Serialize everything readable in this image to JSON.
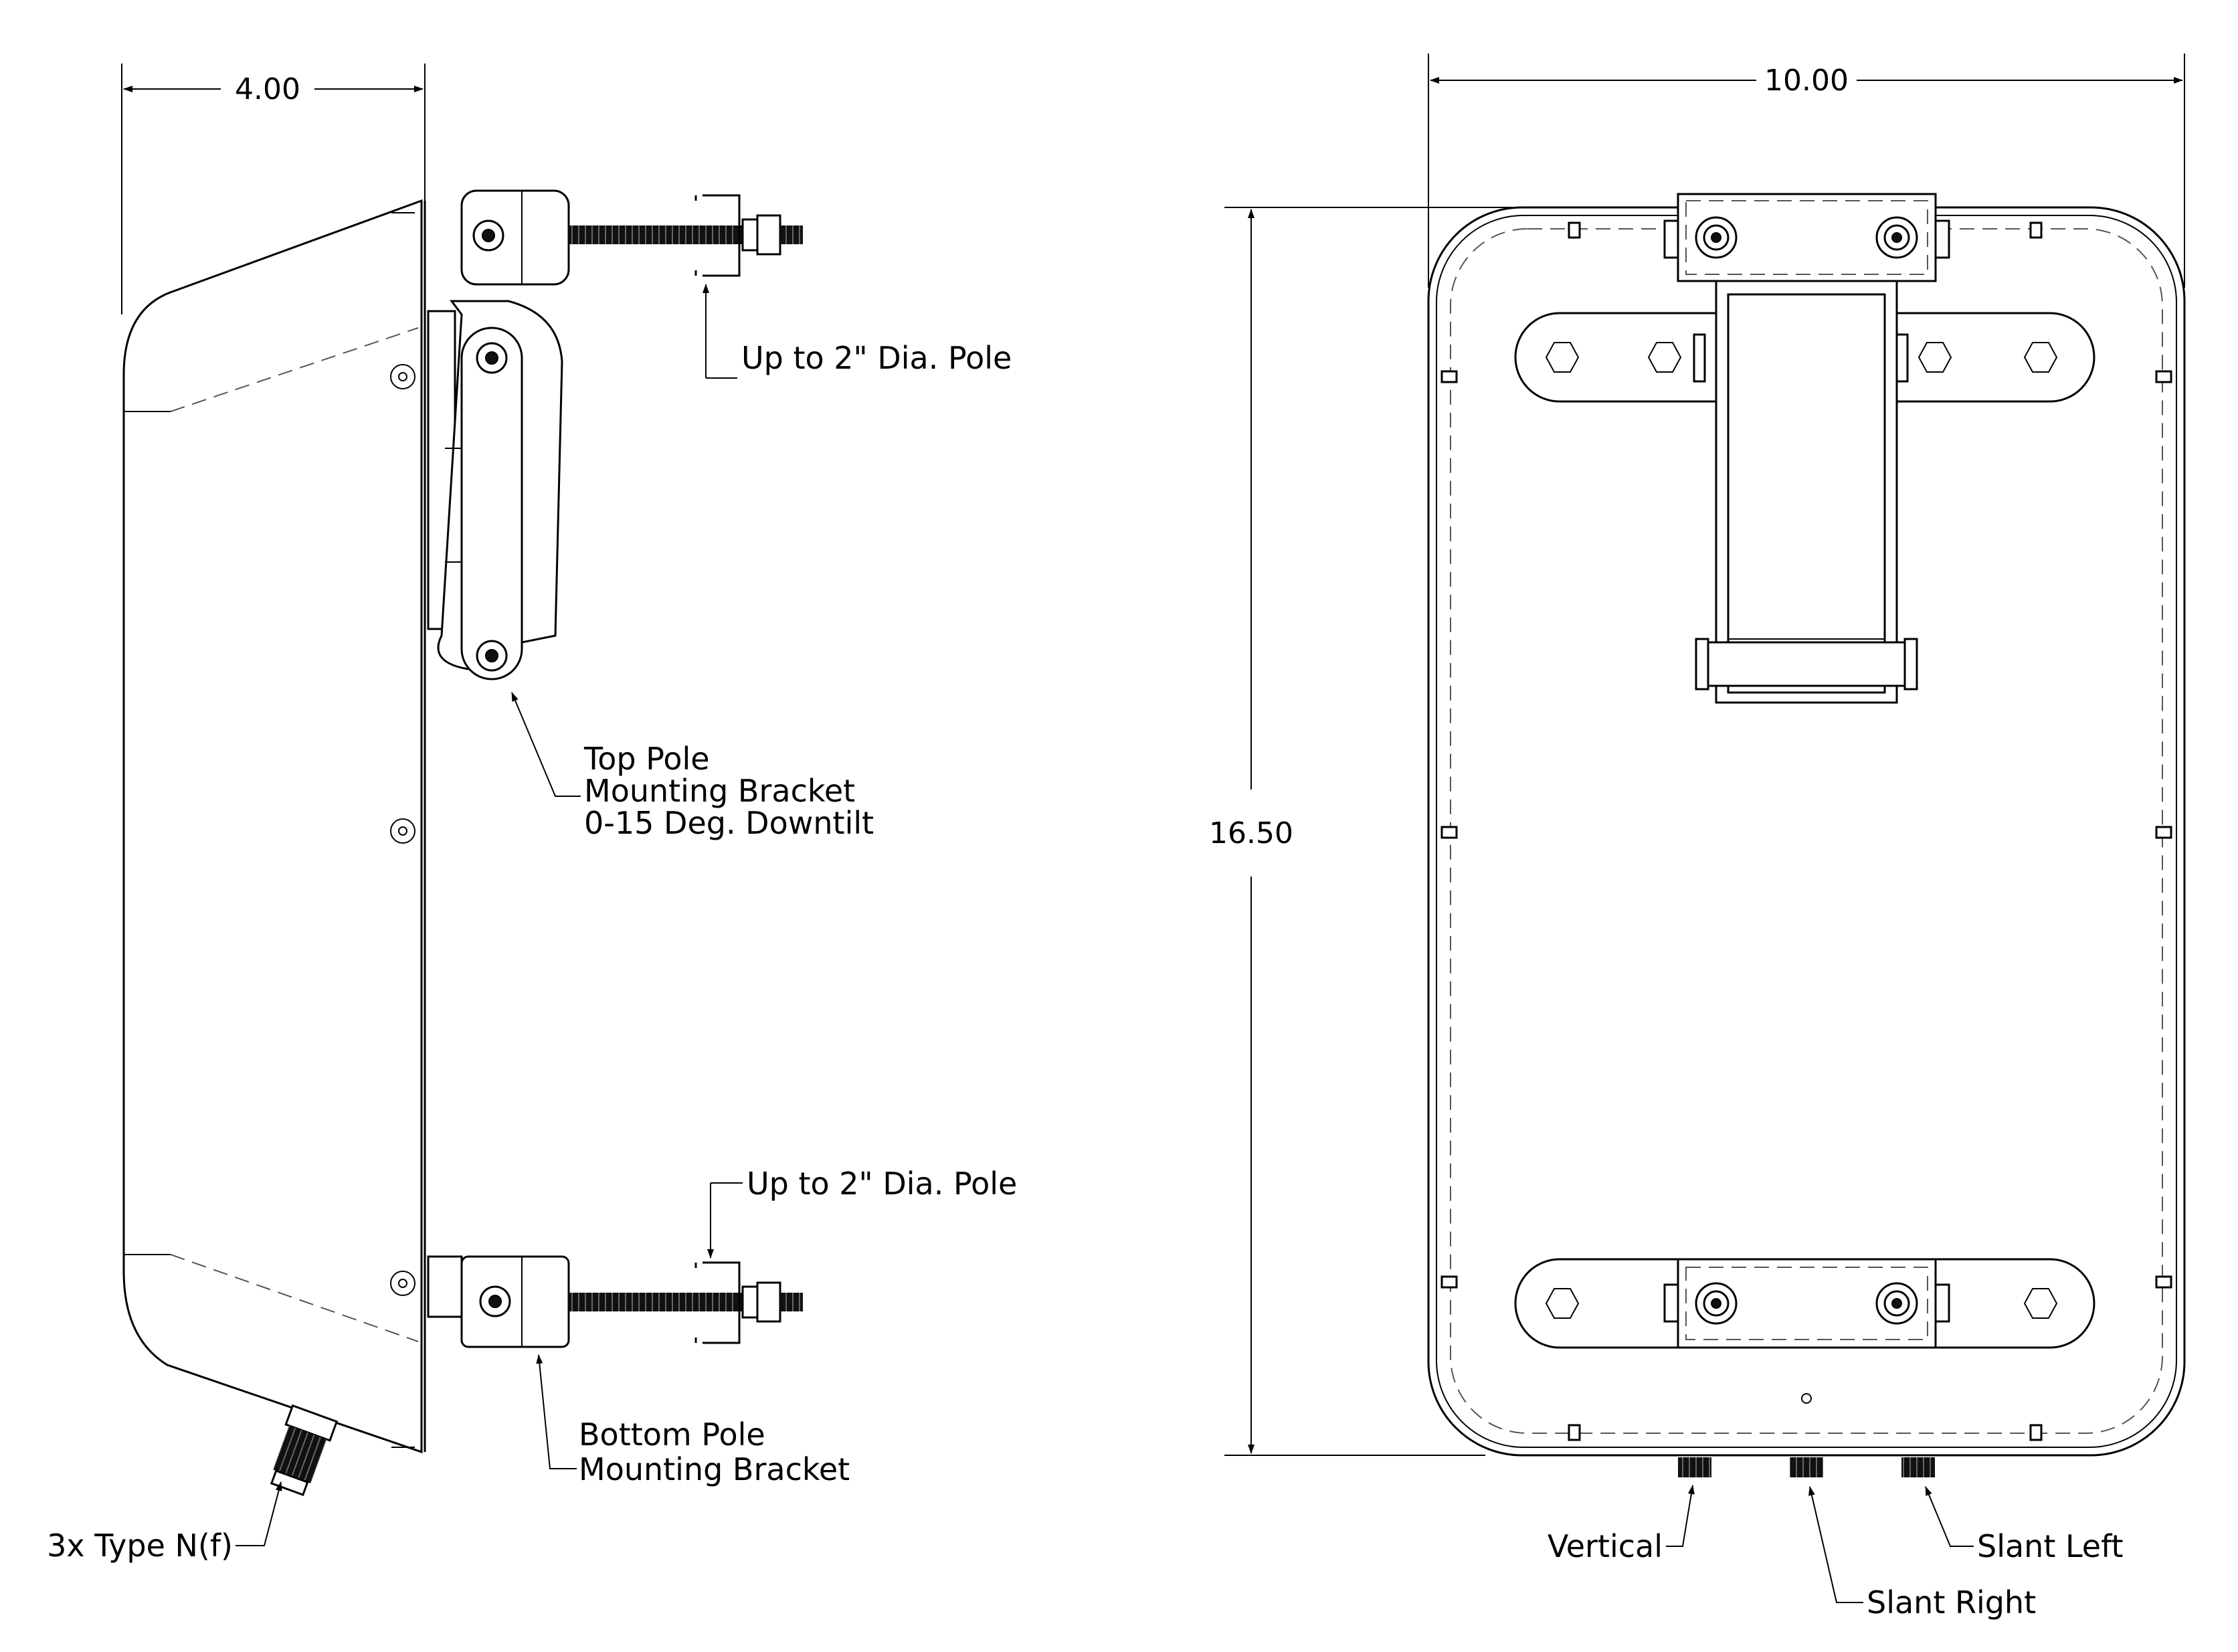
{
  "dimensions": {
    "side_width": "4.00",
    "front_width": "10.00",
    "front_height": "16.50"
  },
  "callouts": {
    "top_pole_dia": "Up to 2\" Dia. Pole",
    "bottom_pole_dia": "Up to 2\" Dia. Pole",
    "top_bracket_line1": "Top Pole",
    "top_bracket_line2": "Mounting Bracket",
    "top_bracket_line3": "0-15 Deg. Downtilt",
    "bottom_bracket_line1": "Bottom Pole",
    "bottom_bracket_line2": "Mounting Bracket",
    "connectors": "3x Type N(f)",
    "port_vertical": "Vertical",
    "port_slant_right": "Slant Right",
    "port_slant_left": "Slant Left"
  }
}
